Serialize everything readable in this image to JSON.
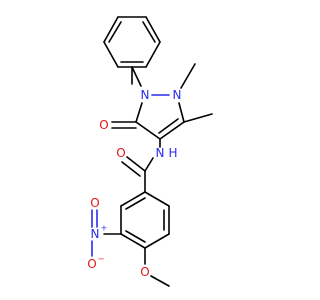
{
  "molecule": {
    "atom_labels": {
      "o_ketone": "O",
      "n1": "N",
      "n2": "N",
      "nh_n": "N",
      "nh_h": "H",
      "o_amide": "O",
      "n_nitro": "N",
      "n_nitro_charge": "+",
      "o_nitro_dbl": "O",
      "o_nitro_single": "O",
      "o_nitro_charge": "−",
      "o_methoxy": "O"
    },
    "colors": {
      "carbon": "#000000",
      "oxygen": "#e8141a",
      "nitrogen": "#2a2af0"
    }
  }
}
